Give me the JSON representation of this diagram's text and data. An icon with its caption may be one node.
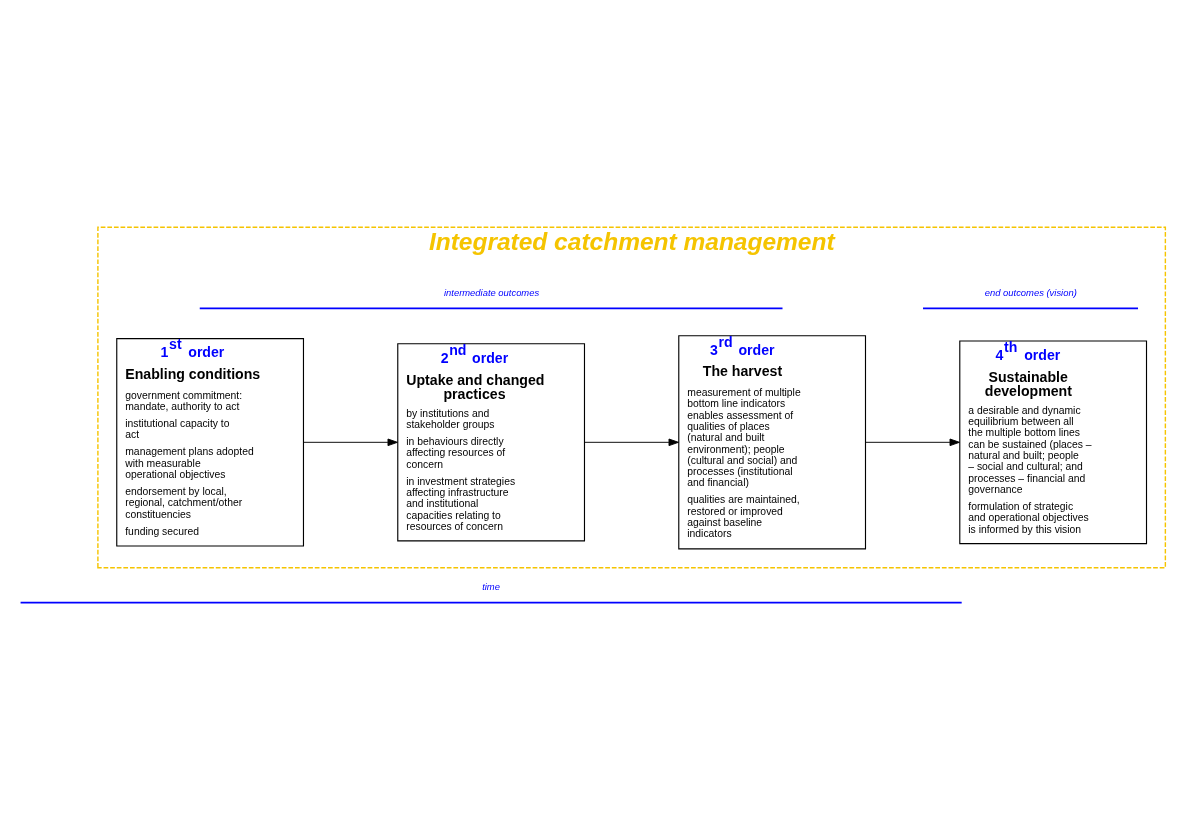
{
  "diagram": {
    "nodes": [
      {
        "text": [
          "Integrated catchment management"
        ]
      },
      {
        "text": [
          "1$^{st}$ order",
          "Enabling conditions",
          "government commitment: mandate, authority to act",
          "institutional capacity to act",
          "management plans adopted with measurable operational objectives",
          "endorsement by local, regional, catchment/other constituencies",
          "funding secured"
        ],
        "in": 0
      },
      {
        "text": [
          "2$^{nd}$ order",
          "Uptake and changed practices",
          "by institutions and stakeholder groups",
          "in behaviours directly affecting resources of concern",
          "in investment strategies affecting infrastructure and institutional capacities relating to resources of concern"
        ],
        "in": 0
      },
      {
        "text": [
          "3$^{rd}$ order",
          "The harvest",
          "measurement of multiple bottom line indicators enables assessment of qualities of places (natural and built environment); people (cultural and social) and processes (institutional and financial)",
          "qualities are maintained, restored or improved against baseline indicators"
        ],
        "in": 0
      },
      {
        "text": [
          "4$^{th}$ order",
          "Sustainable development",
          "a desirable and dynamic equilibrium between all the multiple bottom lines can be sustained (places – natural and built; people – social and cultural; and processes – financial and governance",
          "formulation of strategic and operational objectives is informed by this vision"
        ],
        "in": 0
      }
    ],
    "edges": [
      {
        "from": 1,
        "to": 2,
        "arrow": "to"
      },
      {
        "from": 2,
        "to": 3,
        "arrow": "to"
      },
      {
        "from": 3,
        "to": 4,
        "arrow": "to"
      }
    ],
    "labels": [
      "intermediate outcomes",
      "end outcomes (vision)",
      "time"
    ]
  }
}
